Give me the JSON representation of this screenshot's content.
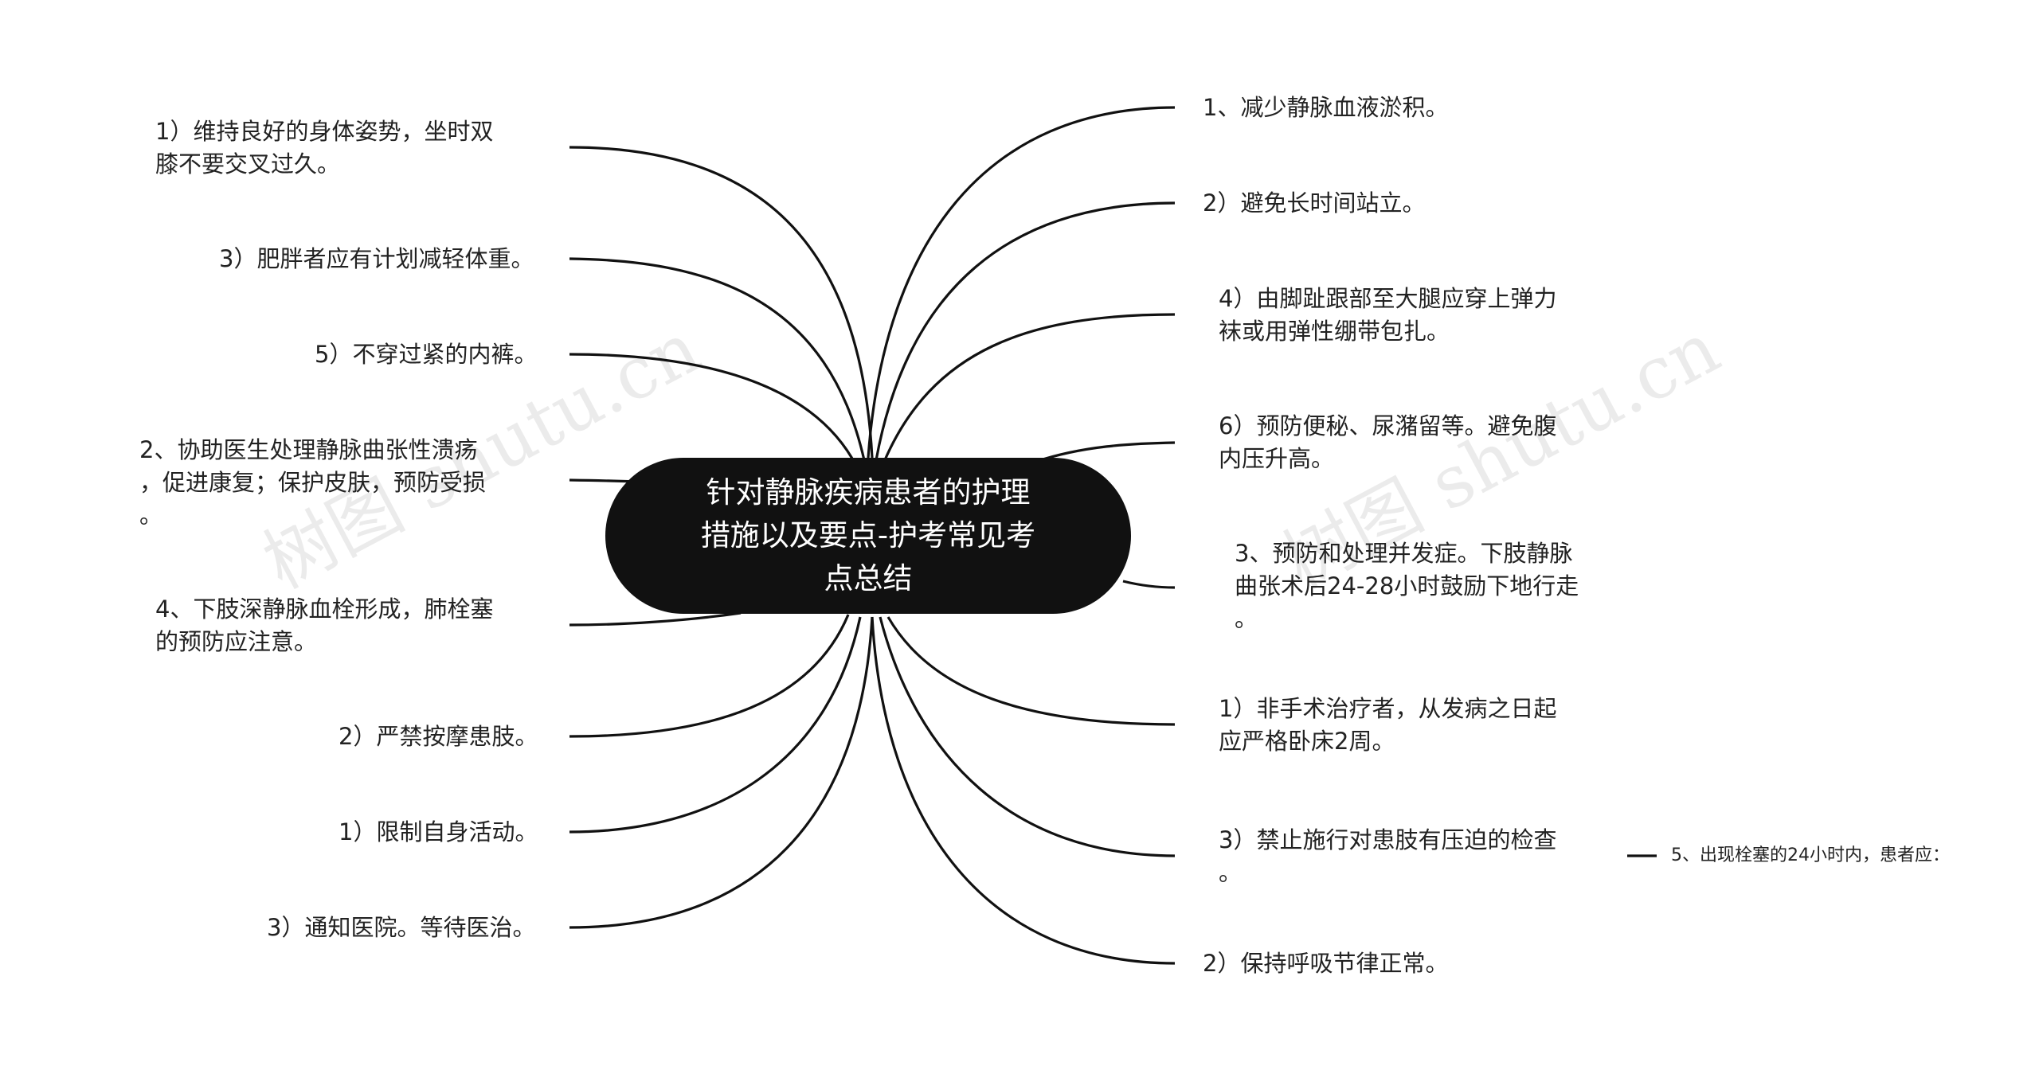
{
  "center": {
    "title_lines": [
      "针对静脉疾病患者的护理",
      "措施以及要点-护考常见考",
      "点总结"
    ]
  },
  "left_nodes": [
    {
      "lines": [
        "1）维持良好的身体姿势，坐时双",
        "膝不要交叉过久。"
      ]
    },
    {
      "lines": [
        "3）肥胖者应有计划减轻体重。"
      ]
    },
    {
      "lines": [
        "5）不穿过紧的内裤。"
      ]
    },
    {
      "lines": [
        "2、协助医生处理静脉曲张性溃疡",
        "，促进康复；保护皮肤，预防受损",
        "。"
      ]
    },
    {
      "lines": [
        "4、下肢深静脉血栓形成，肺栓塞",
        "的预防应注意。"
      ]
    },
    {
      "lines": [
        "2）严禁按摩患肢。"
      ]
    },
    {
      "lines": [
        "1）限制自身活动。"
      ]
    },
    {
      "lines": [
        "3）通知医院。等待医治。"
      ]
    }
  ],
  "right_nodes": [
    {
      "lines": [
        "1、减少静脉血液淤积。"
      ]
    },
    {
      "lines": [
        "2）避免长时间站立。"
      ]
    },
    {
      "lines": [
        "4）由脚趾跟部至大腿应穿上弹力",
        "袜或用弹性绷带包扎。"
      ]
    },
    {
      "lines": [
        "6）预防便秘、尿潴留等。避免腹",
        "内压升高。"
      ]
    },
    {
      "lines": [
        "3、预防和处理并发症。下肢静脉",
        "曲张术后24-28小时鼓励下地行走",
        "。"
      ]
    },
    {
      "lines": [
        "1）非手术治疗者，从发病之日起",
        "应严格卧床2周。"
      ]
    },
    {
      "lines": [
        "3）禁止施行对患肢有压迫的检查",
        "。"
      ]
    },
    {
      "lines": [
        "2）保持呼吸节律正常。"
      ]
    }
  ],
  "far_right_node": {
    "text": "5、出现栓塞的24小时内，患者应："
  },
  "watermarks": [
    "树图 shutu.cn",
    "树图 shutu.cn"
  ]
}
